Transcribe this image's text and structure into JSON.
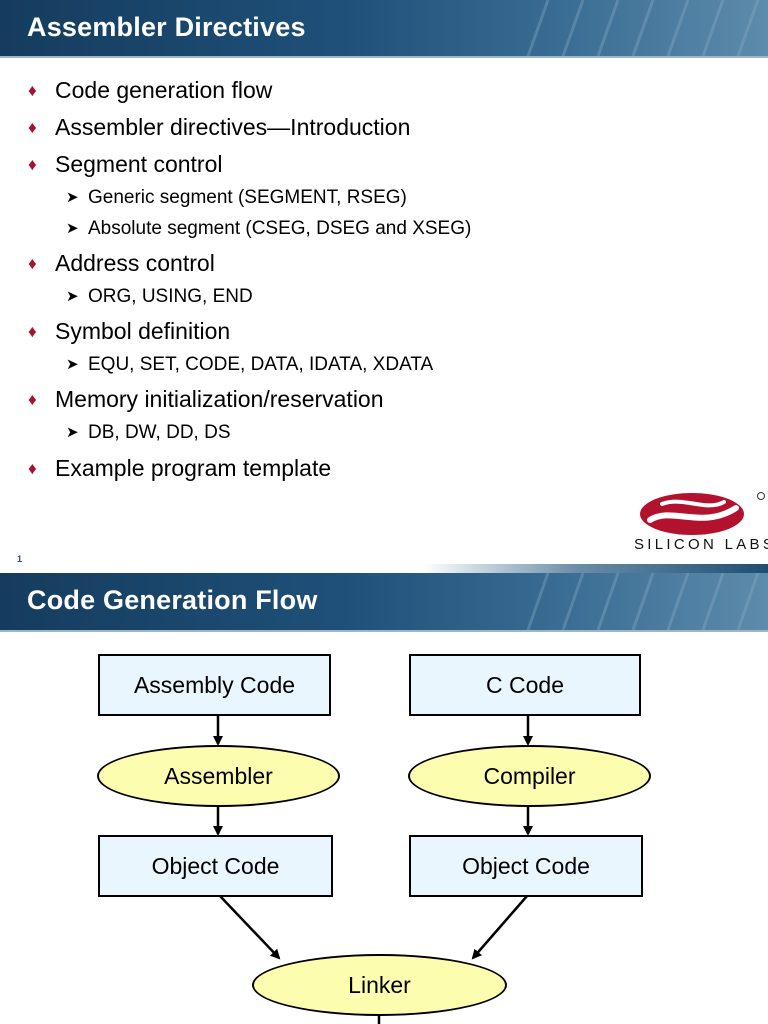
{
  "slide1": {
    "title": "Assembler Directives",
    "bullets": [
      {
        "text": "Code generation flow",
        "sub": []
      },
      {
        "text": "Assembler directives—Introduction",
        "sub": []
      },
      {
        "text": "Segment control",
        "sub": [
          "Generic segment (SEGMENT, RSEG)",
          "Absolute segment (CSEG, DSEG and XSEG)"
        ]
      },
      {
        "text": "Address control",
        "sub": [
          "ORG, USING, END"
        ]
      },
      {
        "text": "Symbol definition",
        "sub": [
          "EQU, SET, CODE, DATA, IDATA, XDATA"
        ]
      },
      {
        "text": "Memory initialization/reservation",
        "sub": [
          "DB, DW, DD, DS"
        ]
      },
      {
        "text": "Example program template",
        "sub": []
      }
    ],
    "page_number": "1",
    "logo_text": "SILICON LABS"
  },
  "slide2": {
    "title": "Code Generation Flow",
    "diagram": {
      "assembly_code": "Assembly Code",
      "c_code": "C Code",
      "assembler": "Assembler",
      "compiler": "Compiler",
      "object_code_left": "Object Code",
      "object_code_right": "Object Code",
      "linker": "Linker"
    }
  },
  "colors": {
    "title_bar": "#1f5079",
    "bullet_diamond": "#a5122a",
    "box_fill": "#eaf6fd",
    "oval_fill": "#fdfdb0",
    "logo_red": "#b3122e"
  }
}
